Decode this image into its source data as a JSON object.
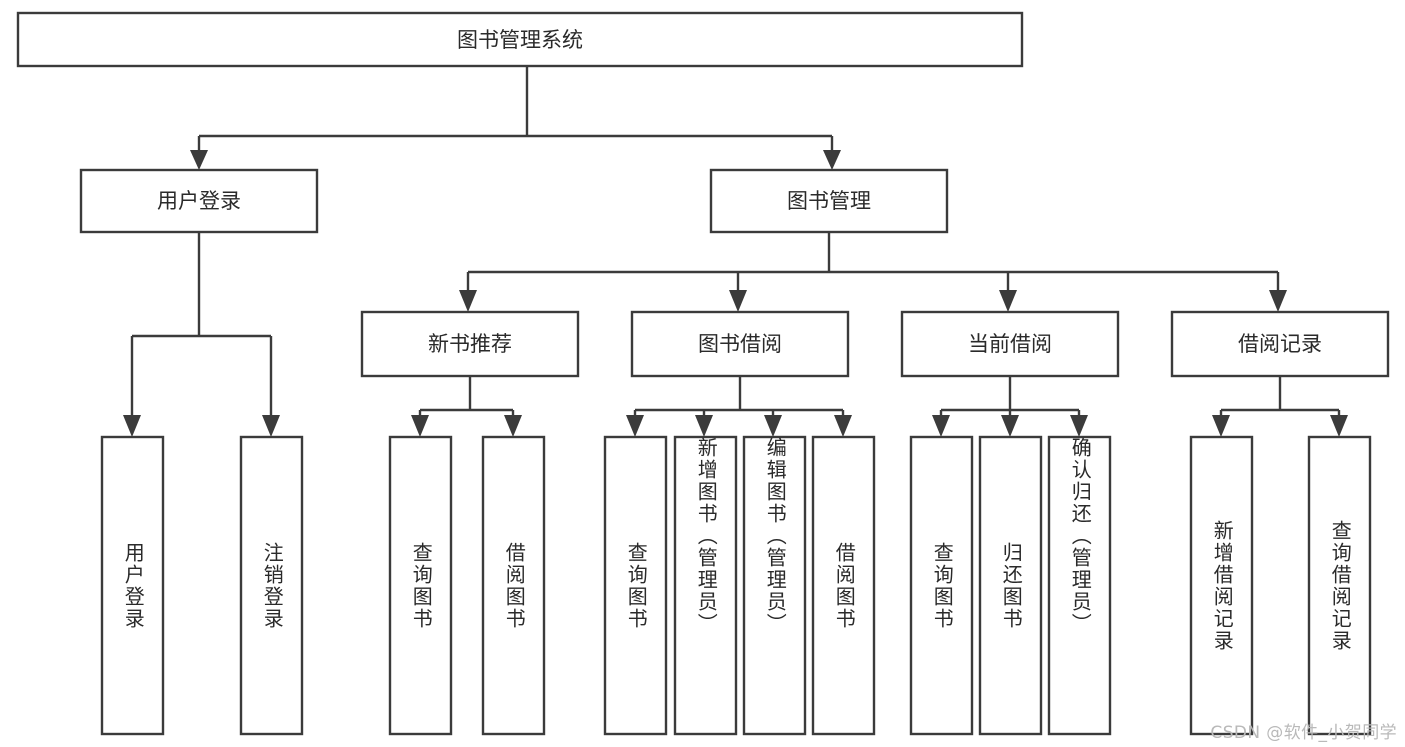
{
  "diagram": {
    "type": "tree-hierarchy-chart",
    "title": "图书管理系统",
    "orientation": "top-down",
    "box_fill": "#ffffff",
    "box_stroke": "#3b3b3b",
    "text_color": "#2a2a2a",
    "background": "#ffffff"
  },
  "root": {
    "label": "图书管理系统"
  },
  "level2": [
    {
      "label": "用户登录"
    },
    {
      "label": "图书管理"
    }
  ],
  "level3": [
    {
      "label": "新书推荐"
    },
    {
      "label": "图书借阅"
    },
    {
      "label": "当前借阅"
    },
    {
      "label": "借阅记录"
    }
  ],
  "leaves": {
    "user_login": [
      {
        "label": "用户登录"
      },
      {
        "label": "注销登录"
      }
    ],
    "new_book_recommend": [
      {
        "label": "查询图书"
      },
      {
        "label": "借阅图书"
      }
    ],
    "book_borrow": [
      {
        "label": "查询图书"
      },
      {
        "label": "新增图书（管理员）"
      },
      {
        "label": "编辑图书（管理员）"
      },
      {
        "label": "借阅图书"
      }
    ],
    "current_borrow": [
      {
        "label": "查询图书"
      },
      {
        "label": "归还图书"
      },
      {
        "label": "确认归还（管理员）"
      }
    ],
    "borrow_record": [
      {
        "label": "新增借阅记录"
      },
      {
        "label": "查询借阅记录"
      }
    ]
  },
  "watermark": {
    "text": "CSDN @软件_小贺同学"
  }
}
